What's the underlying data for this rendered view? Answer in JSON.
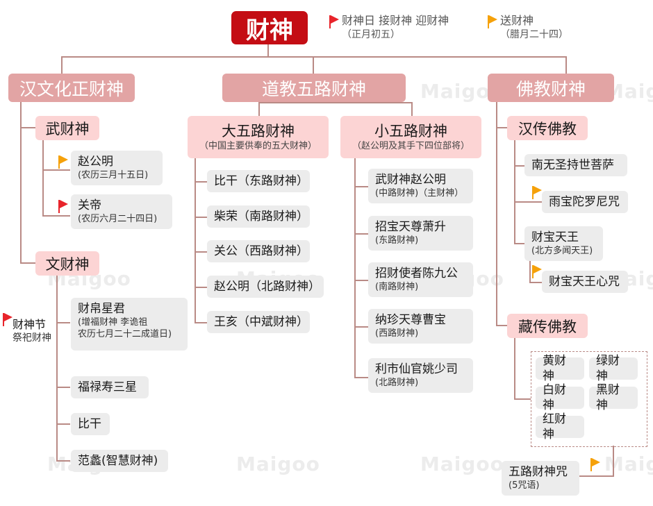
{
  "colors": {
    "root": "#c40d14",
    "category": "#e2a4a4",
    "subgroup": "#fcd4d4",
    "leaf": "#ececec",
    "line": "#b98a85",
    "flag_red": "#e8242b",
    "flag_orange": "#f5a10a"
  },
  "watermark": "Maigoo",
  "root": {
    "label": "财神"
  },
  "notes": {
    "red": {
      "title": "财神日 接财神 迎财神",
      "sub": "（正月初五）",
      "icon": "red-flag-icon"
    },
    "orange": {
      "title": "送财神",
      "sub": "（腊月二十四）",
      "icon": "orange-flag-icon"
    }
  },
  "han": {
    "label": "汉文化正财神",
    "wu": {
      "label": "武财神",
      "items": [
        {
          "name": "赵公明",
          "sub": "(农历三月十五日)"
        },
        {
          "name": "关帝",
          "sub": "(农历六月二十四日)"
        }
      ]
    },
    "wen": {
      "label": "文财神",
      "items": [
        {
          "name": "财帛星君",
          "sub1": "(增福财神 李诡祖",
          "sub2": "农历七月二十二成道日)"
        },
        {
          "name": "福禄寿三星"
        },
        {
          "name": "比干"
        },
        {
          "name": "范蠡(智慧财神)"
        }
      ]
    },
    "festival": {
      "title": "财神节",
      "sub": "祭祀财神"
    }
  },
  "taoist": {
    "label": "道教五路财神",
    "big": {
      "label": "大五路财神",
      "sub": "（中国主要供奉的五大财神）",
      "items": [
        "比干（东路财神）",
        "柴荣（南路财神）",
        "关公（西路财神）",
        "赵公明（北路财神）",
        "王亥（中斌财神）"
      ]
    },
    "small": {
      "label": "小五路财神",
      "sub": "（赵公明及其手下四位部将）",
      "items": [
        {
          "name": "武财神赵公明",
          "sub": "(中路财神)（主财神）"
        },
        {
          "name": "招宝天尊萧升",
          "sub": "(东路财神)"
        },
        {
          "name": "招财使者陈九公",
          "sub": "(南路财神)"
        },
        {
          "name": "纳珍天尊曹宝",
          "sub": "(西路财神)"
        },
        {
          "name": "利市仙官姚少司",
          "sub": "(北路财神)"
        }
      ]
    }
  },
  "buddhist": {
    "label": "佛教财神",
    "han": {
      "label": "汉传佛教",
      "items": {
        "bodhisattva": "南无圣持世菩萨",
        "mantra1": "雨宝陀罗尼咒",
        "kingName": "财宝天王",
        "kingSub": "(北方多闻天王)",
        "mantra2": "财宝天王心咒"
      }
    },
    "tibet": {
      "label": "藏传佛教",
      "items": [
        "黄财神",
        "绿财神",
        "白财神",
        "黑财神",
        "红财神"
      ],
      "mantra": {
        "name": "五路财神咒",
        "sub": "(5咒语)"
      }
    }
  }
}
